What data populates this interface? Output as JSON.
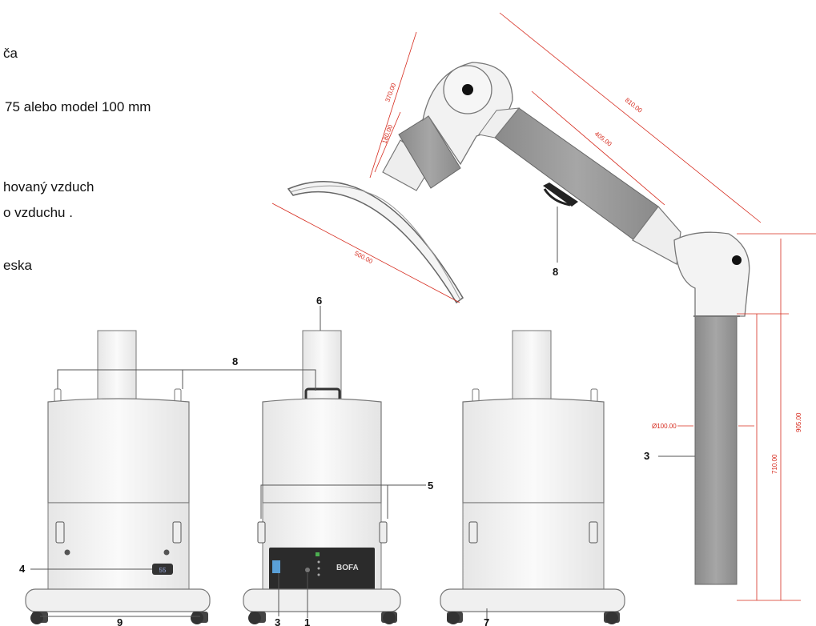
{
  "text_lines": [
    "ča",
    "75 alebo model 100 mm",
    "hovaný vzduch",
    "o vzduchu .",
    "eska"
  ],
  "dimensions": {
    "d370": "370.00",
    "d180": "180.00",
    "d810": "810.00",
    "d405": "405.00",
    "d500": "500.00",
    "d905": "905.00",
    "d710": "710.00",
    "d_diam": "Ø100.00"
  },
  "callouts": {
    "c8_arm": "8",
    "c6": "6",
    "c8_top": "8",
    "c5": "5",
    "c4": "4",
    "c3_pipe": "3",
    "c9": "9",
    "c3_front": "3",
    "c1": "1",
    "c7": "7"
  },
  "panel": {
    "brand": "BOFA",
    "display": "55"
  },
  "colors": {
    "dimension": "#d62b1e",
    "body": "#f2f2f2",
    "outline": "#777777",
    "hose": "#9a9a9a",
    "panel": "#2b2b2b"
  }
}
